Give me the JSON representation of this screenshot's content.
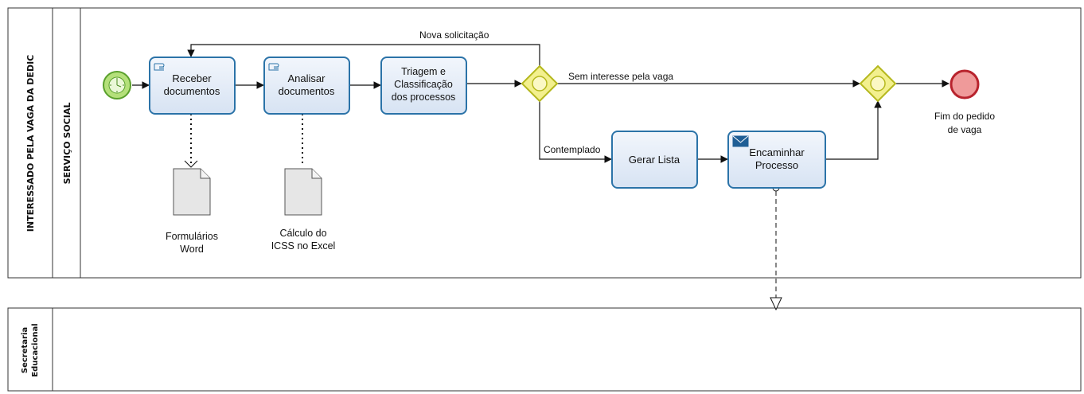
{
  "pools": {
    "top_pool_label": "INTERESSADO PELA VAGA DA DEDIC",
    "top_lane_label": "SERVIÇO SOCIAL",
    "bottom_pool_label_line1": "Secretaria",
    "bottom_pool_label_line2": "Educacional"
  },
  "tasks": {
    "receber": [
      "Receber",
      "documentos"
    ],
    "analisar": [
      "Analisar",
      "documentos"
    ],
    "triagem": [
      "Triagem e",
      "Classificação",
      "dos processos"
    ],
    "gerar_lista": [
      "Gerar Lista"
    ],
    "encaminhar": [
      "Encaminhar",
      "Processo"
    ]
  },
  "artifacts": {
    "formularios": [
      "Formulários",
      "Word"
    ],
    "calculo": [
      "Cálculo do",
      "ICSS no Excel"
    ]
  },
  "flows": {
    "nova_solicitacao": "Nova solicitação",
    "sem_interesse": "Sem interesse pela vaga",
    "contemplado": "Contemplado"
  },
  "end_event": [
    "Fim do pedido",
    "de vaga"
  ],
  "colors": {
    "task_fill": "#e3ecf7",
    "task_stroke": "#2b73a8",
    "gateway_fill": "#f3f08e",
    "gateway_stroke": "#b5b81e",
    "start_fill": "#b4e07a",
    "start_stroke": "#5aa02c",
    "end_fill": "#ef9a9a",
    "end_stroke": "#b8232d"
  }
}
